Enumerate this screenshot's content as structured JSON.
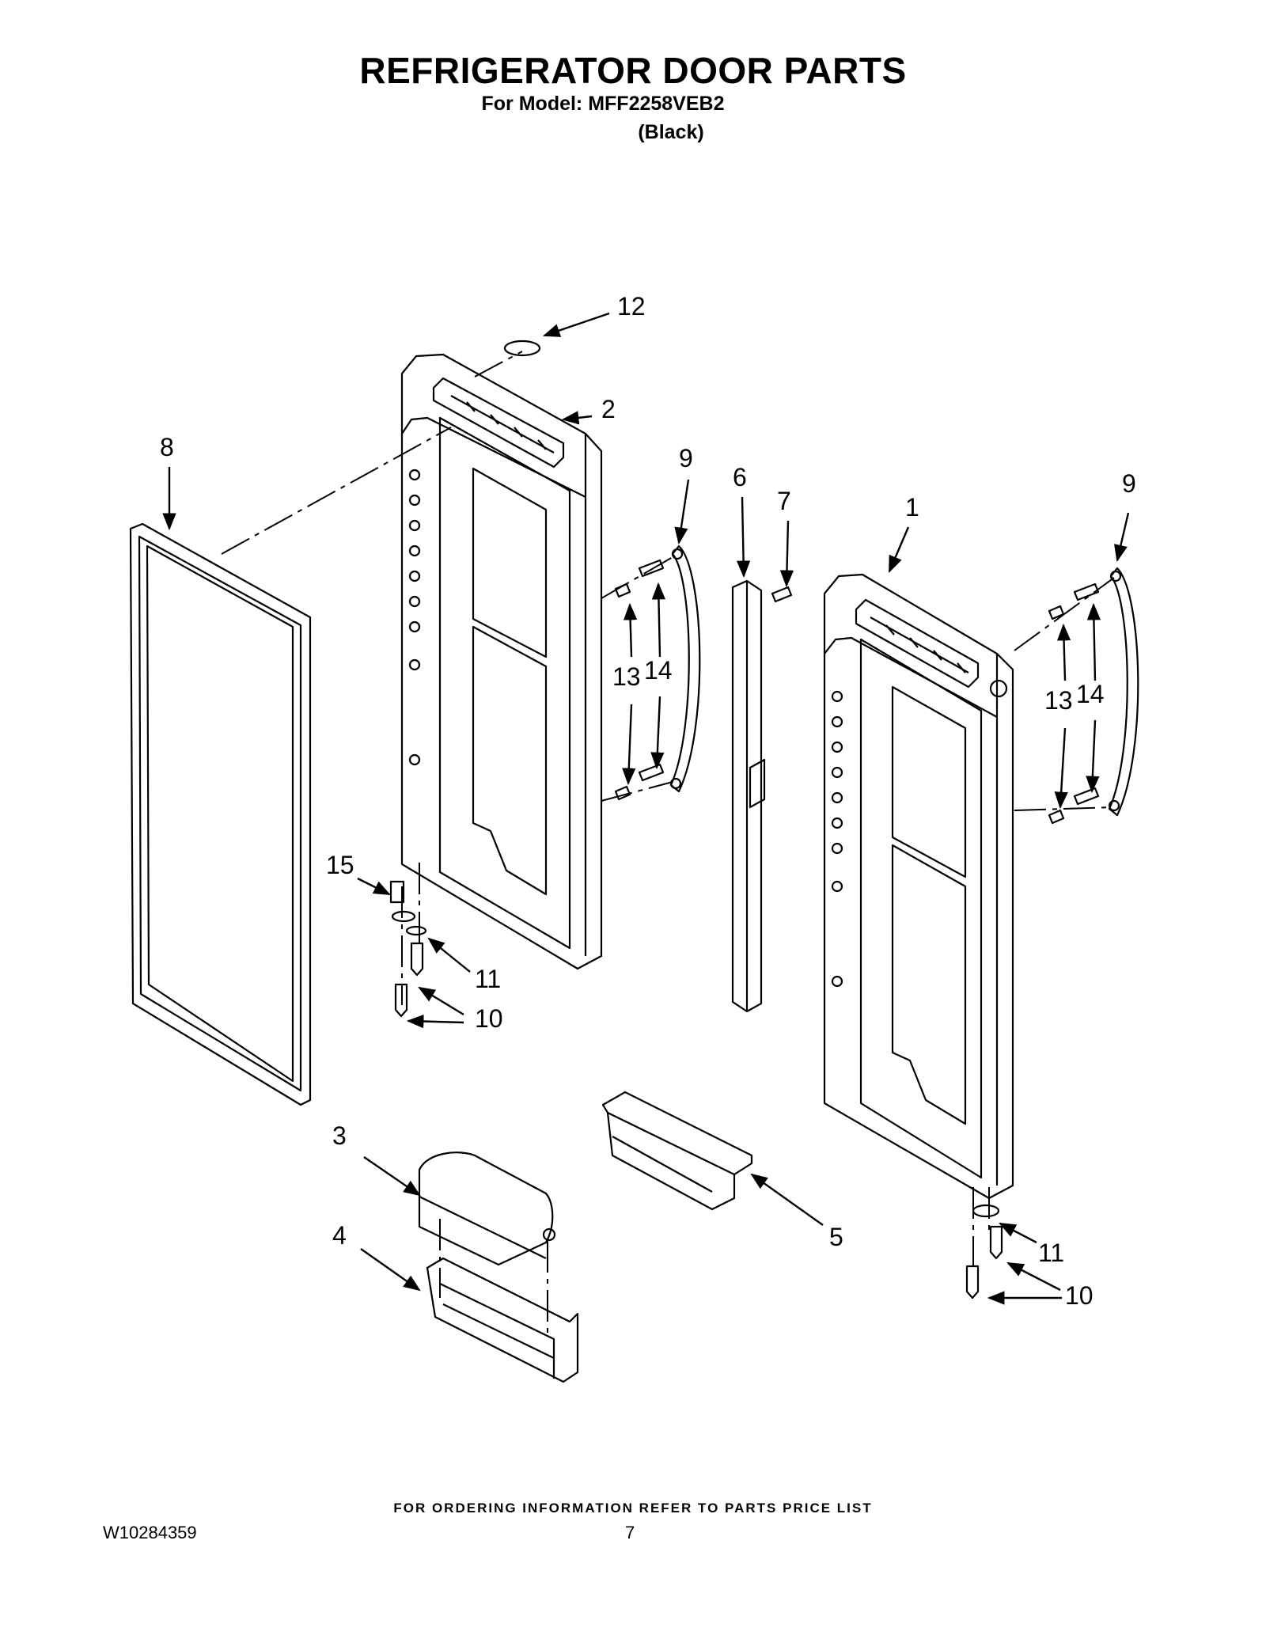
{
  "header": {
    "title": "REFRIGERATOR DOOR PARTS",
    "subtitle": "For Model: MFF2258VEB2",
    "variant": "(Black)"
  },
  "callouts": {
    "c1": "1",
    "c2": "2",
    "c3": "3",
    "c4": "4",
    "c5": "5",
    "c6": "6",
    "c7": "7",
    "c8": "8",
    "c9a": "9",
    "c9b": "9",
    "c10a": "10",
    "c10b": "10",
    "c11a": "11",
    "c11b": "11",
    "c12": "12",
    "c13a": "13",
    "c13b": "13",
    "c14a": "14",
    "c14b": "14",
    "c15": "15"
  },
  "footer": {
    "note": "FOR ORDERING INFORMATION REFER TO PARTS PRICE LIST",
    "doc_number": "W10284359",
    "page_number": "7"
  }
}
